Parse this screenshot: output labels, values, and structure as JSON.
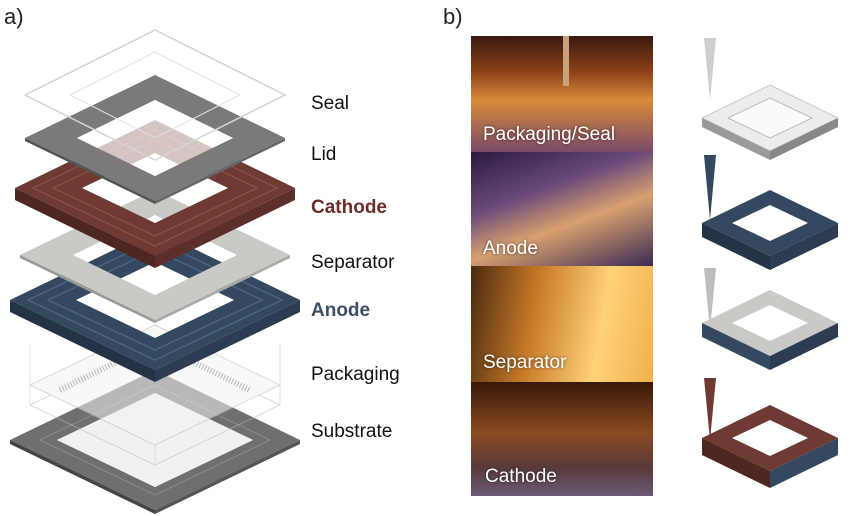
{
  "panels": {
    "a": "a)",
    "b": "b)"
  },
  "layers": {
    "seal": "Seal",
    "lid": "Lid",
    "cathode": "Cathode",
    "separator": "Separator",
    "anode": "Anode",
    "packaging": "Packaging",
    "substrate": "Substrate"
  },
  "photos": {
    "packaging_seal": "Packaging/Seal",
    "anode": "Anode",
    "separator": "Separator",
    "cathode": "Cathode"
  },
  "colors": {
    "cathode_text": "#6b2e2a",
    "anode_text": "#3d4f66",
    "cathode_layer": "#6e3a33",
    "anode_layer": "#34485f",
    "lid_layer": "#7a7a7a",
    "separator_layer": "#c9c9c6",
    "substrate_layer": "#6f6f6f"
  }
}
